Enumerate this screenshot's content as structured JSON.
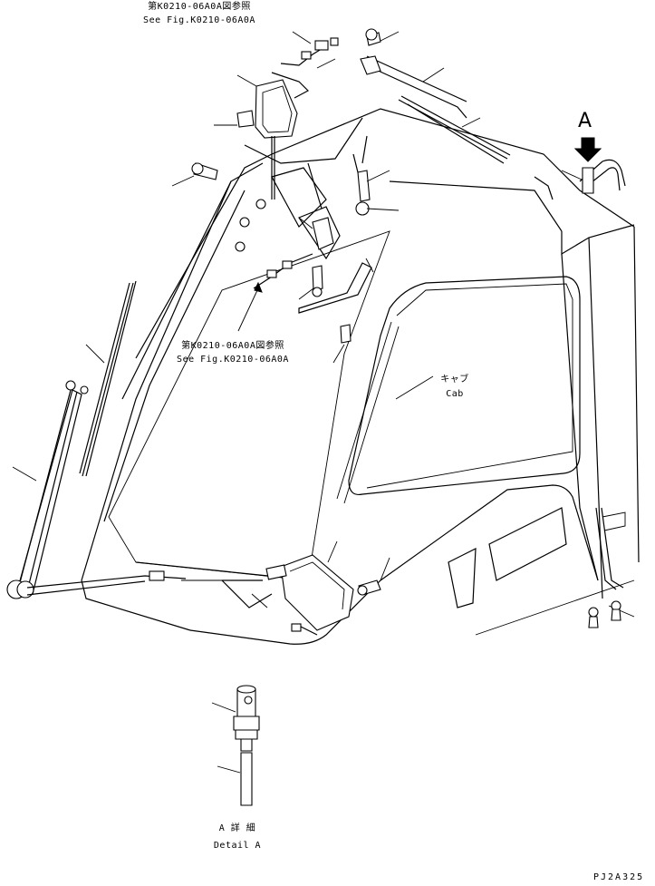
{
  "callouts": {
    "top_ref_jp": "第K0210-06A0A図参照",
    "top_ref_en": "See Fig.K0210-06A0A",
    "mid_ref_jp": "第K0210-06A0A図参照",
    "mid_ref_en": "See Fig.K0210-06A0A",
    "cab_jp": "キャブ",
    "cab_en": "Cab",
    "view_marker": "A",
    "detail_jp": "A 詳 細",
    "detail_en": "Detail A",
    "drawing_code": "PJ2A325"
  }
}
